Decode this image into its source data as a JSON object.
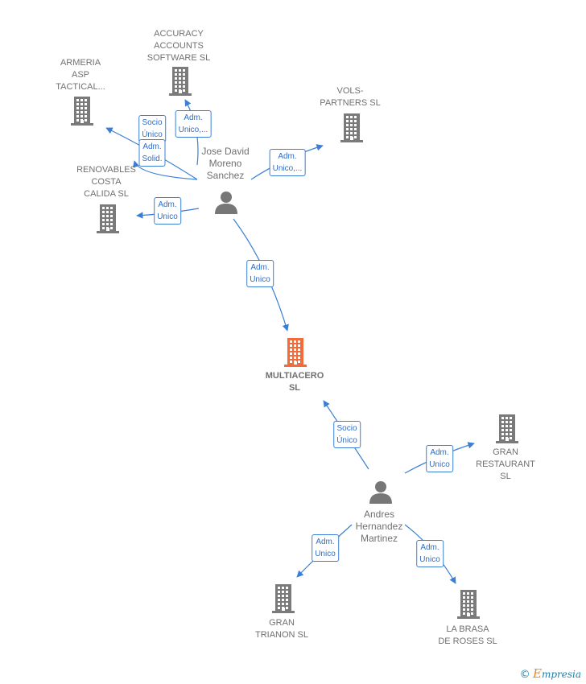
{
  "colors": {
    "edge": "#3a7fd5",
    "company": "#7a7a7a",
    "center_company": "#f26b3a",
    "person": "#777777"
  },
  "people": [
    {
      "id": "jose",
      "lines": [
        "Jose David",
        "Moreno",
        "Sanchez"
      ]
    },
    {
      "id": "andres",
      "lines": [
        "Andres",
        "Hernandez",
        "Martinez"
      ]
    }
  ],
  "companies": [
    {
      "id": "accuracy",
      "lines": [
        "ACCURACY",
        "ACCOUNTS",
        "SOFTWARE  SL"
      ]
    },
    {
      "id": "armeria",
      "lines": [
        "ARMERIA",
        "ASP",
        "TACTICAL..."
      ]
    },
    {
      "id": "vols",
      "lines": [
        "VOLS-",
        "PARTNERS  SL"
      ]
    },
    {
      "id": "renovables",
      "lines": [
        "RENOVABLES",
        "COSTA",
        "CALIDA  SL"
      ]
    },
    {
      "id": "multiacero",
      "lines": [
        "MULTIACERO",
        "SL"
      ],
      "center": true
    },
    {
      "id": "gran-restaurant",
      "lines": [
        "GRAN",
        "RESTAURANT",
        "SL"
      ]
    },
    {
      "id": "gran-trianon",
      "lines": [
        "GRAN",
        "TRIANON SL"
      ]
    },
    {
      "id": "la-brasa",
      "lines": [
        "LA BRASA",
        "DE ROSES SL"
      ]
    }
  ],
  "edges": [
    {
      "id": "jose-accuracy",
      "lines": [
        "Adm.",
        "Unico,..."
      ]
    },
    {
      "id": "jose-armeria-1",
      "lines": [
        "Socio",
        "Único"
      ]
    },
    {
      "id": "jose-armeria-2",
      "lines": [
        "Adm.",
        "Solid."
      ]
    },
    {
      "id": "jose-vols",
      "lines": [
        "Adm.",
        "Unico,..."
      ]
    },
    {
      "id": "jose-renovables",
      "lines": [
        "Adm.",
        "Unico"
      ]
    },
    {
      "id": "jose-multiacero",
      "lines": [
        "Adm.",
        "Unico"
      ]
    },
    {
      "id": "andres-multiacero",
      "lines": [
        "Socio",
        "Único"
      ]
    },
    {
      "id": "andres-gran-restaurant",
      "lines": [
        "Adm.",
        "Unico"
      ]
    },
    {
      "id": "andres-gran-trianon",
      "lines": [
        "Adm.",
        "Unico"
      ]
    },
    {
      "id": "andres-la-brasa",
      "lines": [
        "Adm.",
        "Unico"
      ]
    }
  ],
  "footer": {
    "copyright": "©",
    "brand_initial": "E",
    "brand_rest": "mpresia"
  }
}
